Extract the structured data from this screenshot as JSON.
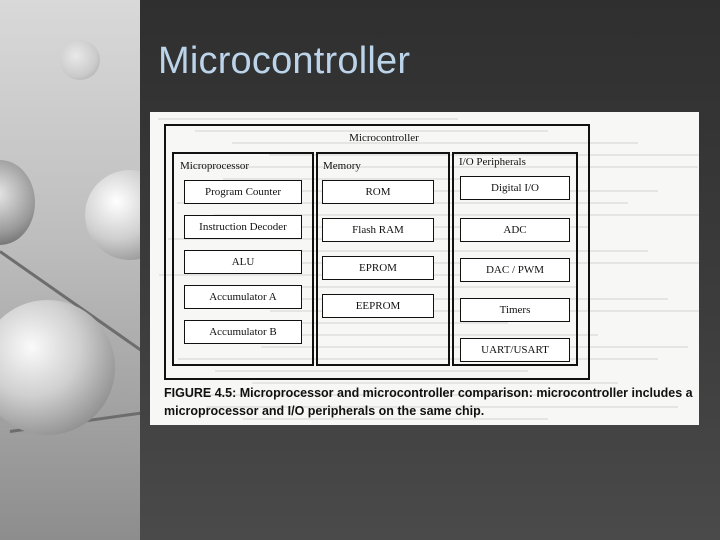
{
  "slide": {
    "title": "Microcontroller"
  },
  "diagram": {
    "outer_label": "Microcontroller",
    "sections": [
      {
        "label": "Microprocessor",
        "blocks": [
          "Program Counter",
          "Instruction Decoder",
          "ALU",
          "Accumulator A",
          "Accumulator B"
        ]
      },
      {
        "label": "Memory",
        "blocks": [
          "ROM",
          "Flash RAM",
          "EPROM",
          "EEPROM"
        ]
      },
      {
        "label": "I/O Peripherals",
        "blocks": [
          "Digital I/O",
          "ADC",
          "DAC / PWM",
          "Timers",
          "UART/USART"
        ]
      }
    ]
  },
  "caption": {
    "label": "FIGURE 4.5:",
    "text": "Microprocessor and microcontroller comparison: microcontroller includes a microprocessor and I/O peripherals on the same chip."
  }
}
